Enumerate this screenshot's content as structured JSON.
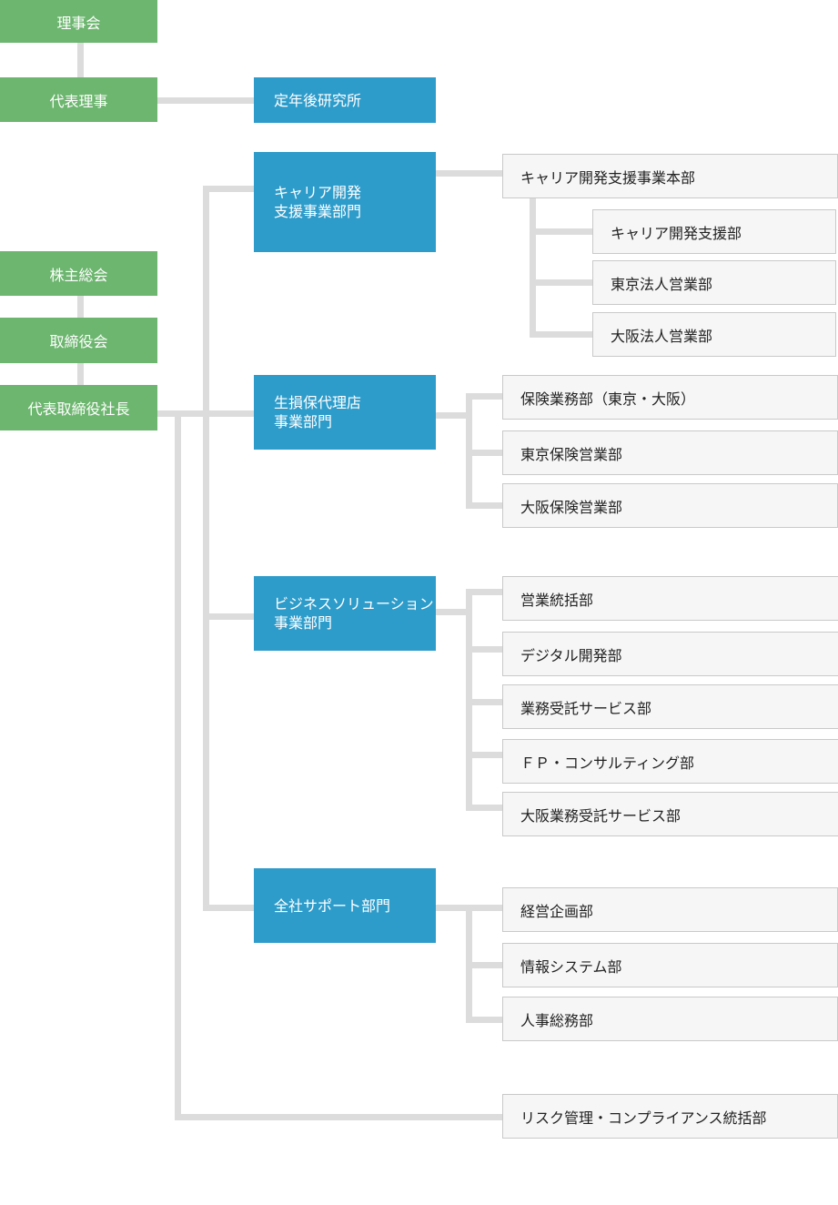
{
  "board": {
    "rijikai": "理事会",
    "daihyo_riji": "代表理事",
    "teinen": "定年後研究所"
  },
  "governance": {
    "kabunushi": "株主総会",
    "torishimariyakukai": "取締役会",
    "shacho": "代表取締役社長"
  },
  "divisions": [
    {
      "name": "キャリア開発\n支援事業部門",
      "head": "キャリア開発支援事業本部",
      "departments": [
        "キャリア開発支援部",
        "東京法人営業部",
        "大阪法人営業部"
      ]
    },
    {
      "name": "生損保代理店\n事業部門",
      "departments": [
        "保険業務部（東京・大阪）",
        "東京保険営業部",
        "大阪保険営業部"
      ]
    },
    {
      "name": "ビジネスソリューション\n事業部門",
      "departments": [
        "営業統括部",
        "デジタル開発部",
        "業務受託サービス部",
        "ＦＰ・コンサルティング部",
        "大阪業務受託サービス部"
      ]
    },
    {
      "name": "全社サポート部門",
      "departments": [
        "経営企画部",
        "情報システム部",
        "人事総務部"
      ]
    }
  ],
  "risk": "リスク管理・コンプライアンス統括部",
  "colors": {
    "green": "#6db66f",
    "blue": "#2e9cca",
    "line": "#dcdcdc",
    "box_bg": "#f6f6f6",
    "box_border": "#c9c9c9"
  }
}
